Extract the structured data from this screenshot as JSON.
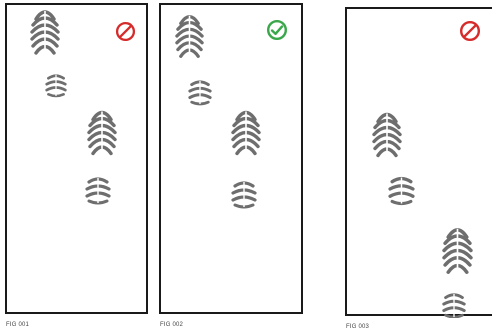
{
  "figures": [
    {
      "caption": "FIG 001",
      "status": "prohibited",
      "status_icon": "prohibited-icon",
      "status_color": "#d62b2b"
    },
    {
      "caption": "FIG 002",
      "status": "correct",
      "status_icon": "check-circle-icon",
      "status_color": "#3aa84a"
    },
    {
      "caption": "FIG 003",
      "status": "prohibited",
      "status_icon": "prohibited-icon",
      "status_color": "#d62b2b"
    }
  ],
  "colors": {
    "footprint": "#6e6e6e",
    "border": "#1a1a1a",
    "prohibited": "#d62b2b",
    "correct": "#3aa84a"
  },
  "icons": {
    "sole": "shoe-sole-icon",
    "heel": "shoe-heel-icon"
  }
}
